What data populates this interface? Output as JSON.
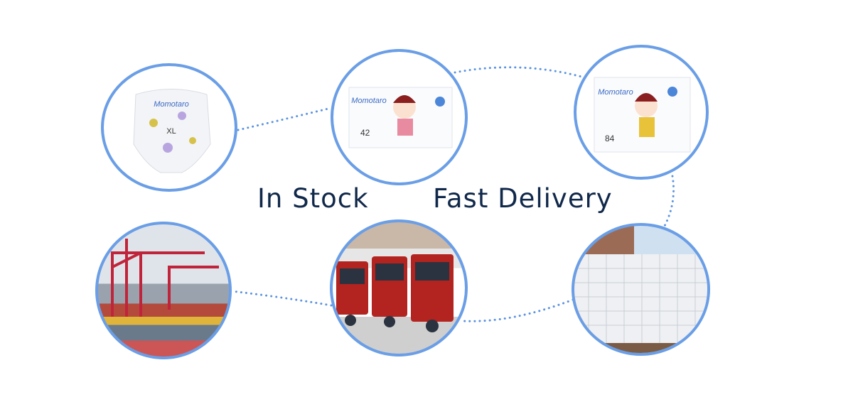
{
  "captions": {
    "left": "In Stock",
    "right": "Fast Delivery"
  },
  "colors": {
    "ring": "#6a9ee6",
    "dots": "#5b93e0",
    "text": "#10284a"
  },
  "photos": [
    {
      "name": "diaper-pants",
      "logo": "Momotaro",
      "size": "XL"
    },
    {
      "name": "pack-42",
      "logo": "Momotaro",
      "count": "42"
    },
    {
      "name": "pack-84",
      "logo": "Momotaro",
      "count": "84"
    },
    {
      "name": "container-port"
    },
    {
      "name": "red-trucks"
    },
    {
      "name": "warehouse-pallets"
    }
  ]
}
